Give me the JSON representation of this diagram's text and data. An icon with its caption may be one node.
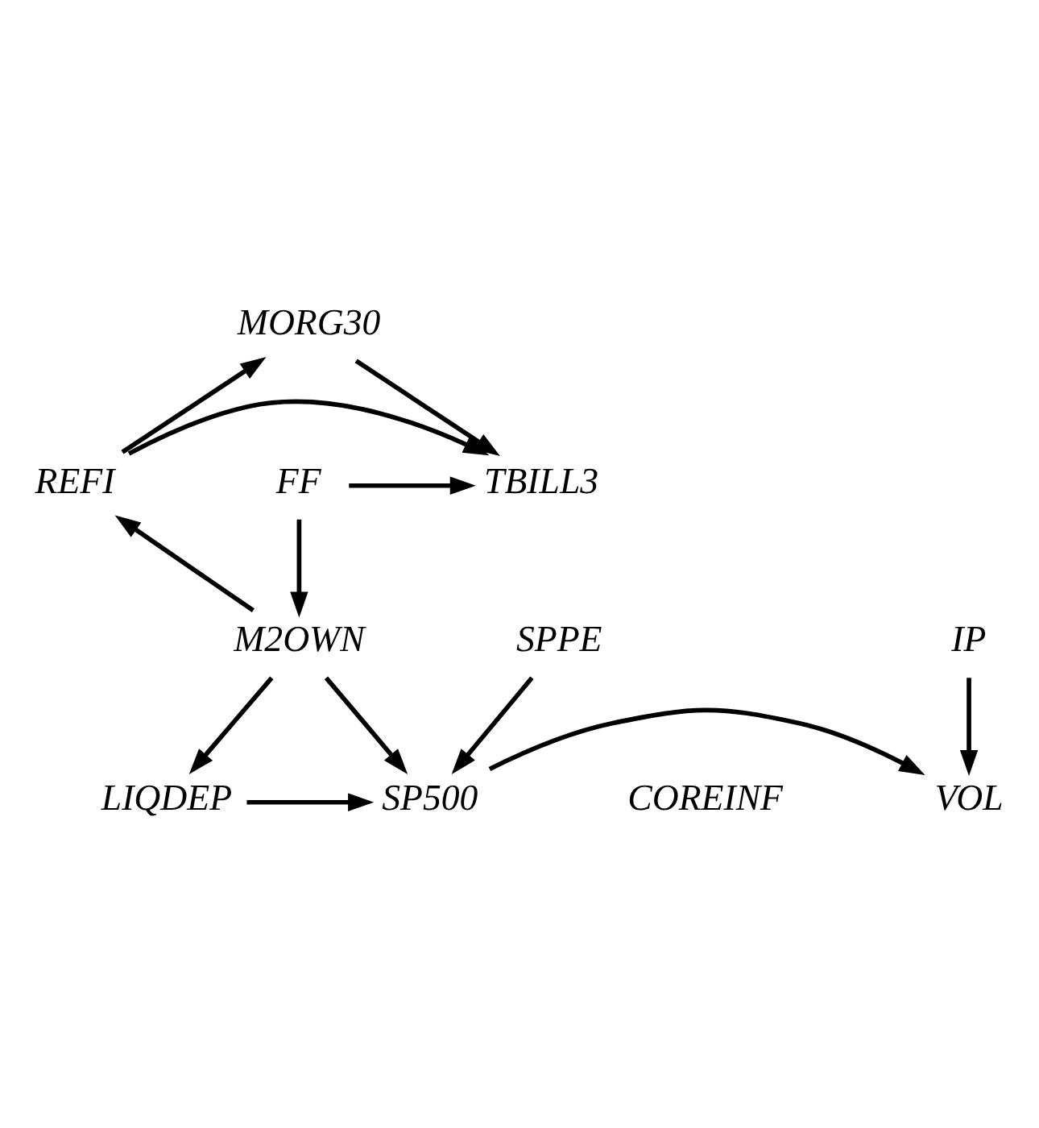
{
  "diagram": {
    "nodes": [
      {
        "text": [
          "MORG30"
        ]
      },
      {
        "text": [
          "FF"
        ]
      },
      {
        "text": [
          "TBILL3"
        ]
      },
      {
        "text": [
          "REFI"
        ]
      },
      {
        "text": [
          "M2OWN"
        ]
      },
      {
        "text": [
          "VOL"
        ]
      },
      {
        "text": [
          "SP500"
        ]
      },
      {
        "text": [
          "LIQDEP"
        ]
      },
      {
        "text": [
          "IP"
        ]
      },
      {
        "text": [
          "SPPE"
        ]
      },
      {
        "text": [
          "COREINF"
        ]
      }
    ],
    "edges": [
      {
        "from": 0,
        "to": 2,
        "arrow": "to"
      },
      {
        "from": 3,
        "to": 0,
        "arrow": "to"
      },
      {
        "from": 1,
        "to": 2,
        "arrow": "to"
      },
      {
        "from": 3,
        "to": 2,
        "arrow": "to"
      },
      {
        "from": 1,
        "to": 4,
        "arrow": "to"
      },
      {
        "from": 4,
        "to": 3,
        "arrow": "to"
      },
      {
        "from": 4,
        "to": 6,
        "arrow": "to"
      },
      {
        "from": 4,
        "to": 7,
        "arrow": "to"
      },
      {
        "from": 6,
        "to": 5,
        "arrow": "to"
      },
      {
        "from": 7,
        "to": 6,
        "arrow": "to"
      },
      {
        "from": 8,
        "to": 5,
        "arrow": "to"
      },
      {
        "from": 9,
        "to": 6,
        "arrow": "to"
      }
    ]
  }
}
